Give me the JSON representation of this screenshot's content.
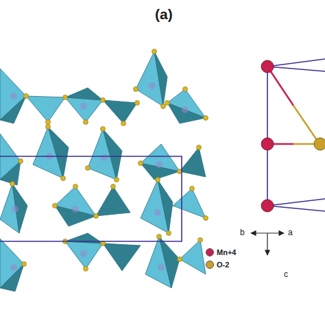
{
  "diagram": {
    "labels": [
      "(a)",
      "b",
      "a",
      "c"
    ],
    "legend": [
      {
        "text": "Mn+4",
        "color": "#c8204e"
      },
      {
        "text": "O-2",
        "color": "#c9a02c"
      }
    ]
  }
}
